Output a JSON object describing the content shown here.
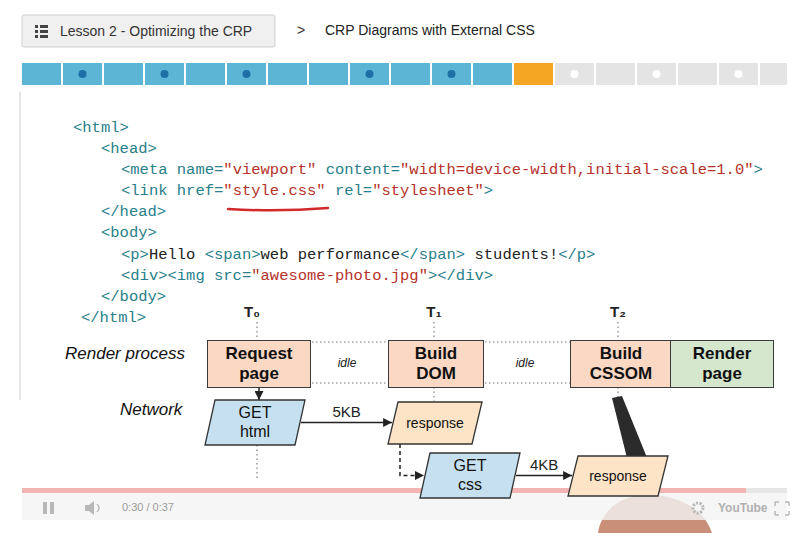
{
  "diagram": {
    "nodes": [
      {
        "text": [
          "Request page"
        ]
      },
      {
        "text": [
          "Build DOM"
        ]
      },
      {
        "text": [
          "Build CSSOM"
        ]
      },
      {
        "text": [
          "Render page"
        ]
      },
      {
        "text": [
          "GET html"
        ]
      },
      {
        "text": [
          "response"
        ]
      },
      {
        "text": [
          "GET css"
        ]
      },
      {
        "text": [
          "response"
        ]
      }
    ],
    "edges": [
      {
        "from": 0,
        "to": 4,
        "arrow": "to"
      },
      {
        "from": 4,
        "to": 5,
        "label": "5KB",
        "arrow": "to"
      },
      {
        "from": 5,
        "to": 6,
        "arrow": "to"
      },
      {
        "from": 6,
        "to": 7,
        "label": "4KB",
        "arrow": "to"
      }
    ],
    "labels": [
      "Lesson 2 - Optimizing the CRP",
      ">",
      "CRP Diagrams with External CSS",
      "<html>",
      "<head>",
      "<meta name=\"viewport\" content=\"width=device-width,initial-scale=1.0\">",
      "<link href=\"style.css\" rel=\"stylesheet\">",
      "</head>",
      "<body>",
      "<p>Hello <span>web performance</span> students!</p>",
      "<div><img src=\"awesome-photo.jpg\"></div>",
      "</body>",
      "</html>",
      "T₀",
      "T₁",
      "T₂",
      "Render process",
      "idle",
      "idle",
      "Network",
      "0:30 / 0:37",
      "YouTube"
    ]
  }
}
